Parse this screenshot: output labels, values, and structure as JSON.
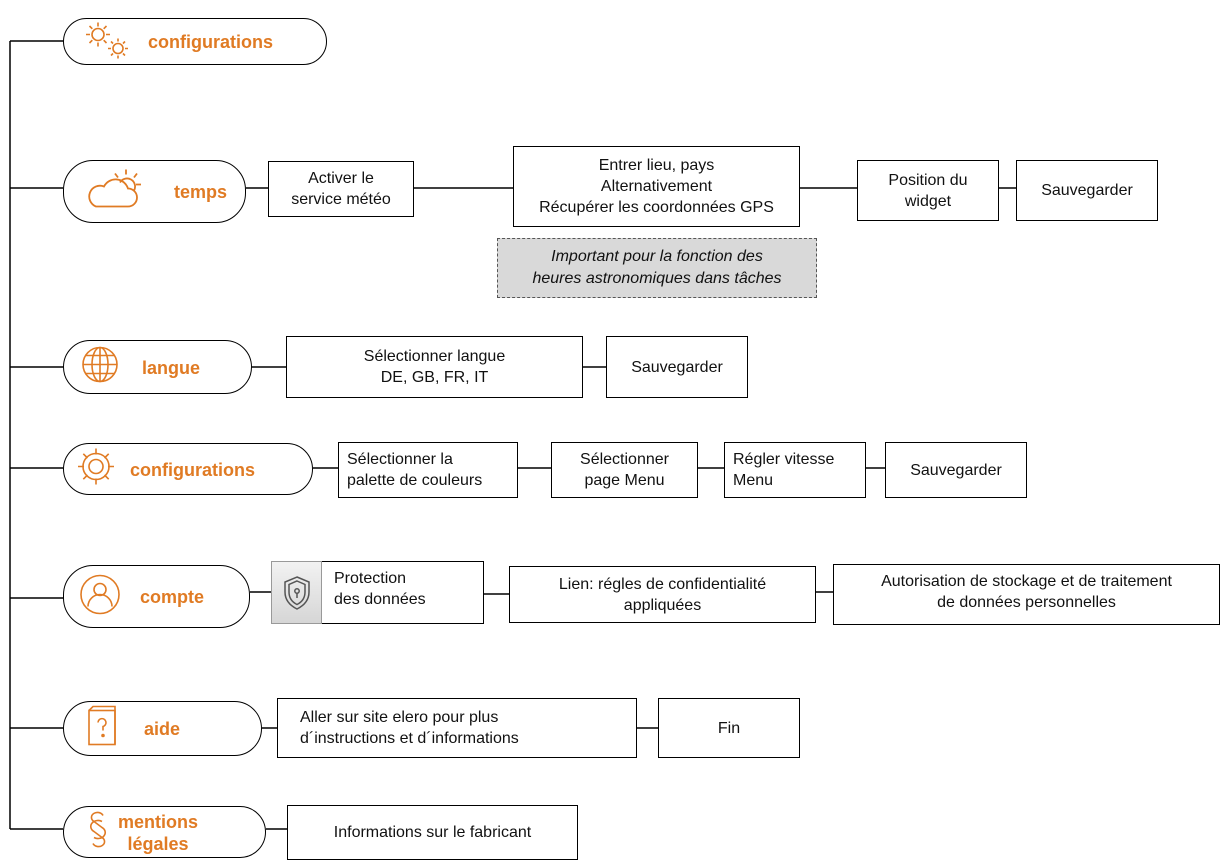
{
  "colors": {
    "accent": "#e07b24",
    "line": "#000000",
    "note_fill": "#d9d9d9"
  },
  "nodes": {
    "configurations_top": {
      "label": "configurations",
      "icon": "gears-icon"
    },
    "temps": {
      "label": "temps",
      "icon": "cloud-sun-icon"
    },
    "langue": {
      "label": "langue",
      "icon": "globe-icon"
    },
    "configurations": {
      "label": "configurations",
      "icon": "gear-icon"
    },
    "compte": {
      "label": "compte",
      "icon": "user-icon"
    },
    "aide": {
      "label": "aide",
      "icon": "help-book-icon"
    },
    "mentions": {
      "label": "mentions\nlégales",
      "icon": "section-sign-icon"
    }
  },
  "steps": {
    "temps": {
      "activate": "Activer le\nservice météo",
      "location": "Entrer lieu, pays\nAlternativement\nRécupérer les coordonnées GPS",
      "note": "Important pour la fonction des\nheures astronomiques dans tâches",
      "position": "Position du\nwidget",
      "save": "Sauvegarder"
    },
    "langue": {
      "select": "Sélectionner langue\nDE, GB, FR, IT",
      "save": "Sauvegarder"
    },
    "configurations": {
      "palette": "Sélectionner la\npalette de couleurs",
      "menu_page": "Sélectionner\npage Menu",
      "speed": "Régler vitesse\nMenu",
      "save": "Sauvegarder"
    },
    "compte": {
      "protection": "Protection\ndes données",
      "shield_icon": "shield-lock-icon",
      "privacy": "Lien: régles de confidentialité\nappliquées",
      "authorization": "Autorisation de stockage et de traitement\nde données personnelles"
    },
    "aide": {
      "site": "Aller sur site  elero pour plus\nd´instructions et d´informations",
      "end": "Fin"
    },
    "mentions": {
      "manufacturer": "Informations sur le fabricant"
    }
  }
}
